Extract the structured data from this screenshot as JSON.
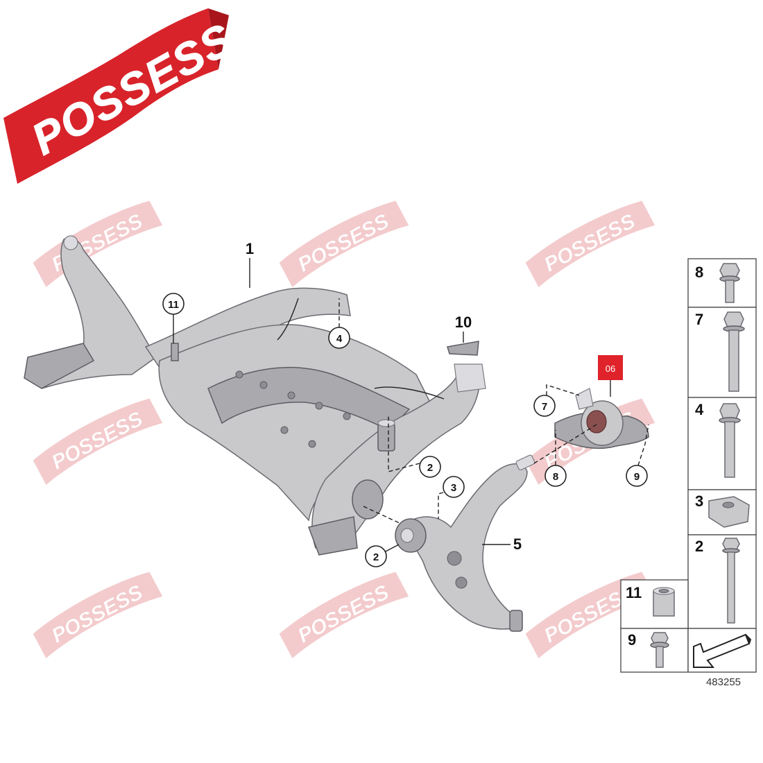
{
  "brand": {
    "logo_text": "POSSESS",
    "watermark_text": "POSSESS",
    "color_primary": "#d8232a",
    "color_watermark": "#f2c6c8"
  },
  "diagram": {
    "callouts": {
      "c1": "1",
      "c2a": "2",
      "c2b": "2",
      "c3": "3",
      "c4": "4",
      "c5": "5",
      "c7": "7",
      "c8": "8",
      "c9": "9",
      "c10": "10",
      "c11": "11"
    },
    "highlight_label": "06",
    "highlight_color": "#e0232b",
    "diagram_id": "483255"
  },
  "parts_table": {
    "rows": [
      {
        "num": "8",
        "icon": "bolt-flange-short-icon"
      },
      {
        "num": "7",
        "icon": "bolt-flange-medium-icon"
      },
      {
        "num": "4",
        "icon": "bolt-flange-long-icon"
      },
      {
        "num": "3",
        "icon": "square-nut-icon"
      },
      {
        "num": "2",
        "icon": "bolt-long-icon"
      },
      {
        "num": "11",
        "icon": "sleeve-icon"
      },
      {
        "num": "9",
        "icon": "bolt-washer-icon"
      }
    ],
    "direction_icon": "arrow-down-left-icon"
  }
}
